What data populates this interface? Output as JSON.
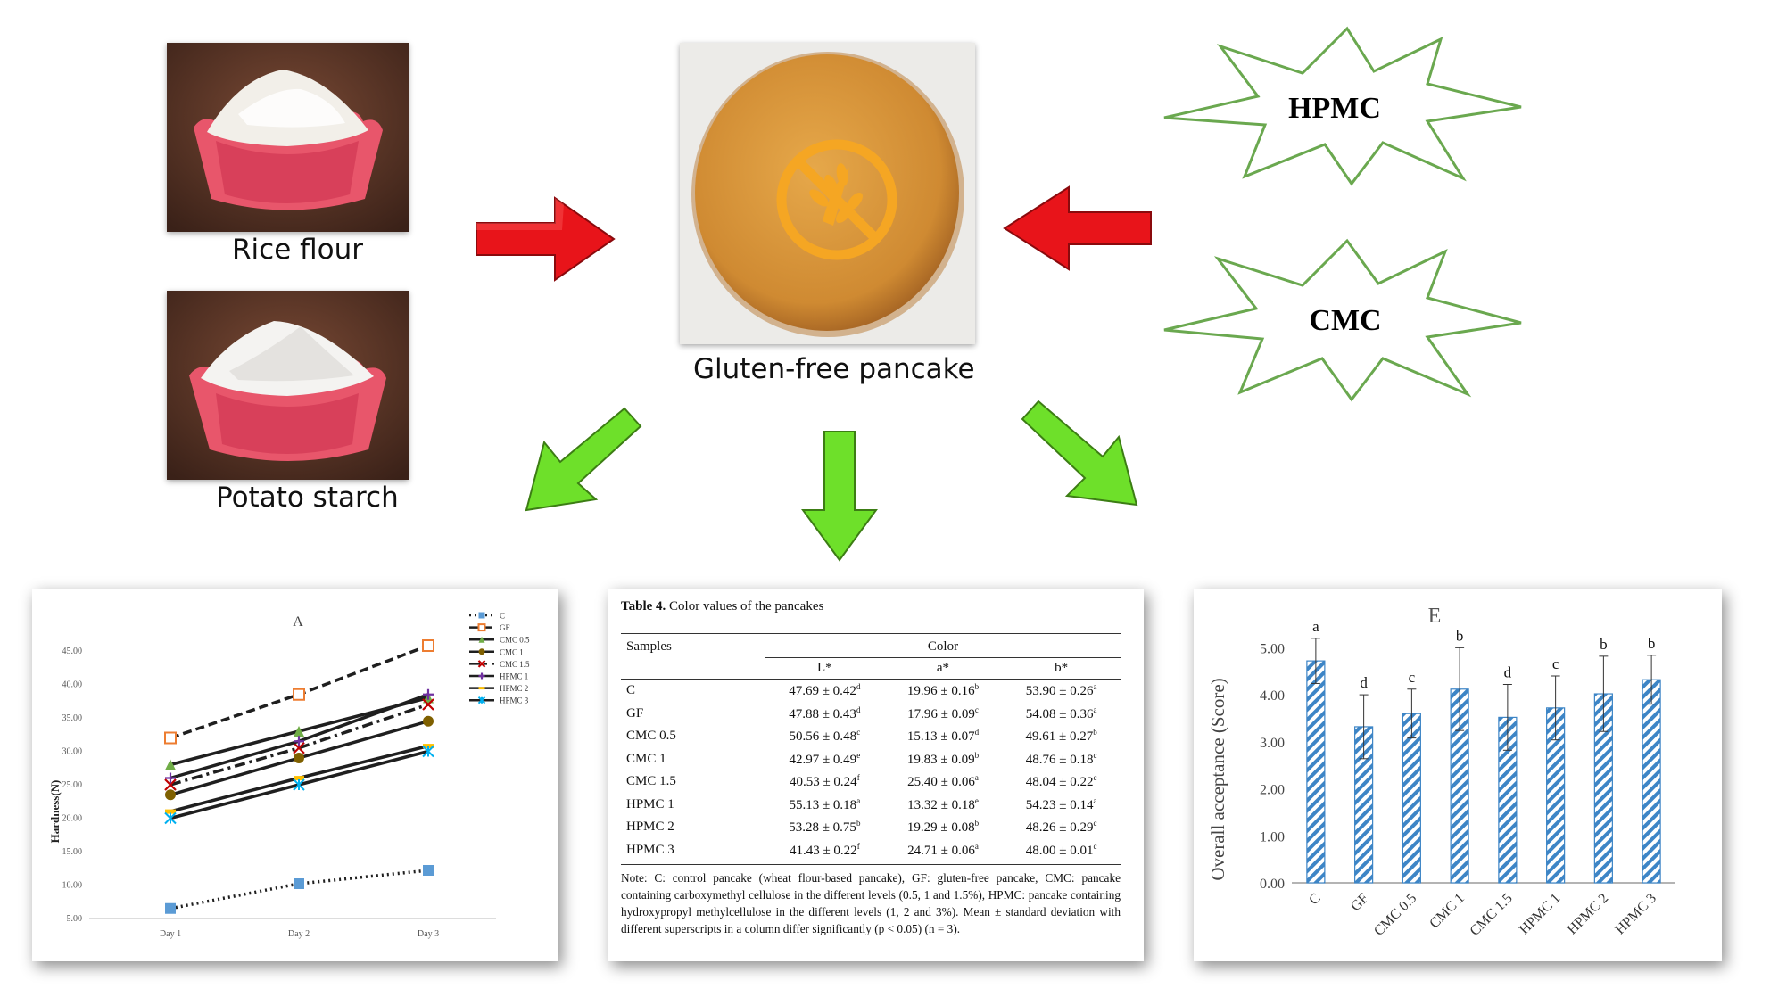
{
  "inputs": {
    "rice_flour": "Rice flour",
    "potato_starch": "Potato starch",
    "hpmc": "HPMC",
    "cmc": "CMC"
  },
  "center": {
    "label": "Gluten-free pancake"
  },
  "colors": {
    "red_arrow": "#e8141a",
    "green_arrow": "#6ee02a",
    "star_border": "#6aa84f",
    "bar_stripe": "#3d85c6",
    "pancake": "#d89a3e",
    "bowl": "#e8566b"
  },
  "hardness_chart": {
    "chart_data": {
      "type": "line",
      "title": "A",
      "ylabel": "Hardness(N)",
      "categories": [
        "Day 1",
        "Day 2",
        "Day 3"
      ],
      "y_ticks": [
        "5.00",
        "10.00",
        "15.00",
        "20.00",
        "25.00",
        "30.00",
        "35.00",
        "40.00",
        "45.00"
      ],
      "ylim": [
        5,
        45
      ],
      "legend_position": "top-right",
      "series": [
        {
          "name": "C",
          "values": [
            6.5,
            10.2,
            12.2
          ],
          "style": "dotted",
          "color": "#1f1f1f",
          "marker": "square",
          "marker_color": "#5b9bd5"
        },
        {
          "name": "GF",
          "values": [
            32,
            38.5,
            45.8
          ],
          "style": "dashed",
          "color": "#1f1f1f",
          "marker": "square-open",
          "marker_color": "#ed7d31"
        },
        {
          "name": "CMC 0.5",
          "values": [
            28,
            33,
            38
          ],
          "style": "solid",
          "color": "#1f1f1f",
          "marker": "triangle",
          "marker_color": "#70ad47"
        },
        {
          "name": "CMC 1",
          "values": [
            23.5,
            29,
            34.5
          ],
          "style": "solid",
          "color": "#1f1f1f",
          "marker": "circle",
          "marker_color": "#7f6000"
        },
        {
          "name": "CMC 1.5",
          "values": [
            25,
            30.5,
            37
          ],
          "style": "dashdot",
          "color": "#1f1f1f",
          "marker": "x",
          "marker_color": "#c00000"
        },
        {
          "name": "HPMC 1",
          "values": [
            26,
            31.5,
            38.5
          ],
          "style": "solid",
          "color": "#1f1f1f",
          "marker": "plus",
          "marker_color": "#7030a0"
        },
        {
          "name": "HPMC 2",
          "values": [
            21,
            26,
            30.8
          ],
          "style": "solid",
          "color": "#1f1f1f",
          "marker": "dash",
          "marker_color": "#ffc000"
        },
        {
          "name": "HPMC 3",
          "values": [
            20,
            25,
            30
          ],
          "style": "solid",
          "color": "#1f1f1f",
          "marker": "star",
          "marker_color": "#00b0f0"
        }
      ]
    }
  },
  "color_table": {
    "title_bold": "Table 4.",
    "title_rest": " Color values of the pancakes",
    "samples_header": "Samples",
    "color_header": "Color",
    "columns": [
      "L*",
      "a*",
      "b*"
    ],
    "rows": [
      {
        "sample": "C",
        "values": [
          "47.69 ± 0.42",
          "19.96 ± 0.16",
          "53.90 ± 0.26"
        ],
        "sup": [
          "d",
          "b",
          "a"
        ]
      },
      {
        "sample": "GF",
        "values": [
          "47.88 ± 0.43",
          "17.96 ± 0.09",
          "54.08 ± 0.36"
        ],
        "sup": [
          "d",
          "c",
          "a"
        ]
      },
      {
        "sample": "CMC 0.5",
        "values": [
          "50.56 ± 0.48",
          "15.13 ± 0.07",
          "49.61 ± 0.27"
        ],
        "sup": [
          "c",
          "d",
          "b"
        ]
      },
      {
        "sample": "CMC 1",
        "values": [
          "42.97 ± 0.49",
          "19.83 ± 0.09",
          "48.76 ± 0.18"
        ],
        "sup": [
          "e",
          "b",
          "c"
        ]
      },
      {
        "sample": "CMC 1.5",
        "values": [
          "40.53 ± 0.24",
          "25.40 ± 0.06",
          "48.04 ± 0.22"
        ],
        "sup": [
          "f",
          "a",
          "c"
        ]
      },
      {
        "sample": "HPMC 1",
        "values": [
          "55.13 ± 0.18",
          "13.32 ± 0.18",
          "54.23 ± 0.14"
        ],
        "sup": [
          "a",
          "e",
          "a"
        ]
      },
      {
        "sample": "HPMC 2",
        "values": [
          "53.28 ± 0.75",
          "19.29 ± 0.08",
          "48.26 ± 0.29"
        ],
        "sup": [
          "b",
          "b",
          "c"
        ]
      },
      {
        "sample": "HPMC 3",
        "values": [
          "41.43 ± 0.22",
          "24.71 ± 0.06",
          "48.00 ± 0.01"
        ],
        "sup": [
          "f",
          "a",
          "c"
        ]
      }
    ],
    "note": "Note: C: control pancake (wheat flour-based pancake), GF: gluten-free pancake, CMC: pancake containing carboxymethyl cellulose in the different levels (0.5, 1 and 1.5%), HPMC: pancake containing hydroxypropyl methylcellulose in the different levels (1, 2 and 3%). Mean ± standard deviation with different superscripts in a column differ significantly (p < 0.05) (n = 3)."
  },
  "acceptance_chart": {
    "chart_data": {
      "type": "bar",
      "title": "E",
      "ylabel": "Overall acceptance (Score)",
      "categories": [
        "C",
        "GF",
        "CMC 0.5",
        "CMC 1",
        "CMC 1.5",
        "HPMC 1",
        "HPMC 2",
        "HPMC 3"
      ],
      "values": [
        4.72,
        3.32,
        3.6,
        4.12,
        3.52,
        3.72,
        4.02,
        4.32
      ],
      "errors": [
        0.48,
        0.68,
        0.52,
        0.88,
        0.7,
        0.68,
        0.8,
        0.52
      ],
      "letters": [
        "a",
        "d",
        "c",
        "b",
        "d",
        "c",
        "b",
        "b"
      ],
      "y_ticks": [
        "0.00",
        "1.00",
        "2.00",
        "3.00",
        "4.00",
        "5.00"
      ],
      "ylim": [
        0,
        5.5
      ]
    }
  }
}
